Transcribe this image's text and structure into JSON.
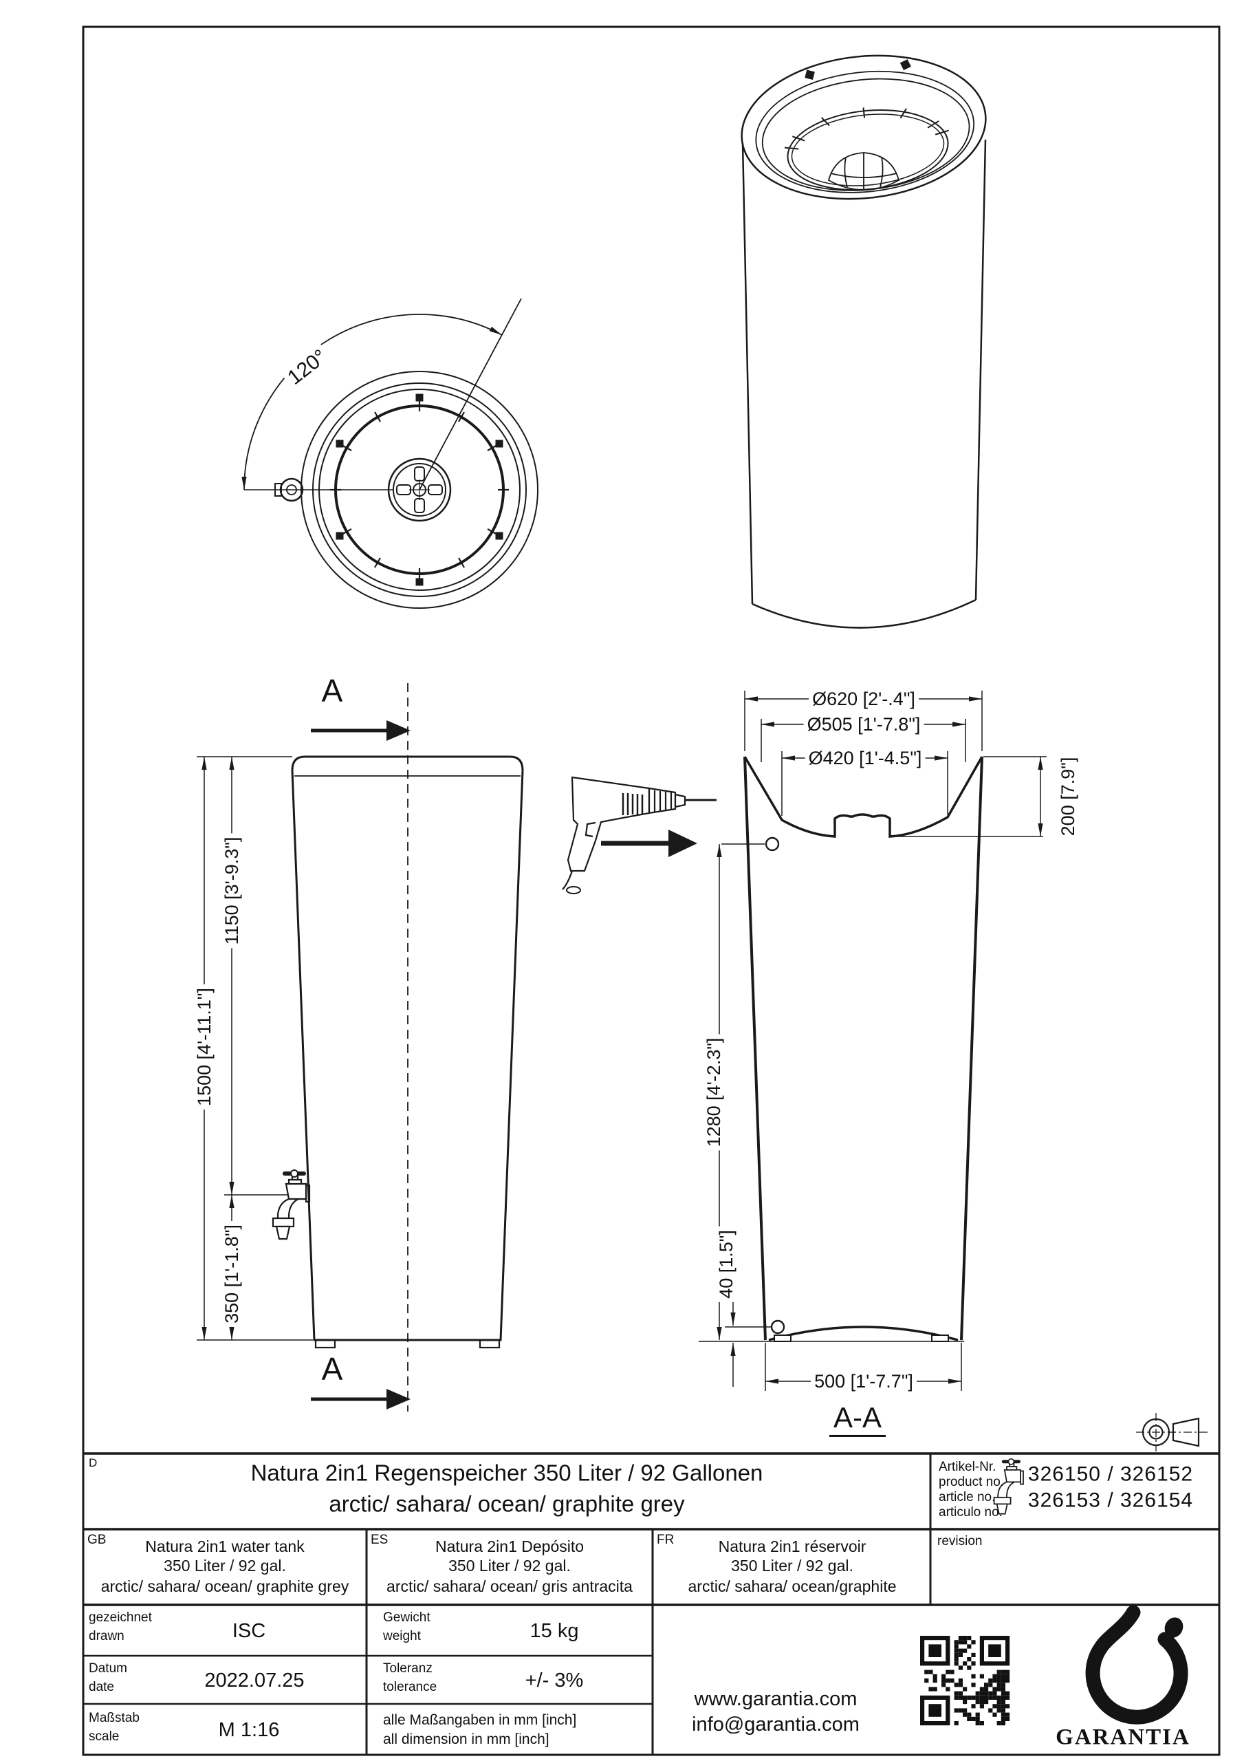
{
  "drawing": {
    "zone_letter": "D",
    "cut_letter": "A",
    "section_label": "A-A",
    "dims": {
      "dia620": "Ø620 [2'-.4\"]",
      "dia505": "Ø505 [1'-7.8\"]",
      "dia420": "Ø420 [1'-4.5\"]",
      "height200": "200 [7.9\"]",
      "height1280": "1280 [4'-2.3\"]",
      "height40": "40 [1.5\"]",
      "width500": "500 [1'-7.7\"]",
      "height1500": "1500 [4'-11.1\"]",
      "height1150": "1150 [3'-9.3\"]",
      "height350": "350 [1'-1.8\"]",
      "angle": "120°"
    }
  },
  "title_block": {
    "title_line1": "Natura 2in1 Regenspeicher 350 Liter / 92 Gallonen",
    "title_line2": "arctic/ sahara/ ocean/ graphite grey",
    "article": {
      "label_de": "Artikel-Nr.",
      "label_en": "product no.",
      "label_en2": "article no.",
      "label_es": "articulo no.",
      "numbers_line1": "326150 / 326152",
      "numbers_line2": "326153 / 326154"
    },
    "revision_label": "revision",
    "lang_gb": {
      "code": "GB",
      "line1": "Natura 2in1 water tank",
      "line2": "350 Liter / 92 gal.",
      "line3": "arctic/ sahara/ ocean/ graphite grey"
    },
    "lang_es": {
      "code": "ES",
      "line1": "Natura 2in1 Depósito",
      "line2": "350 Liter / 92 gal.",
      "line3": "arctic/ sahara/ ocean/ gris antracita"
    },
    "lang_fr": {
      "code": "FR",
      "line1": "Natura 2in1 réservoir",
      "line2": "350 Liter / 92 gal.",
      "line3": "arctic/ sahara/ ocean/graphite"
    },
    "drawn": {
      "label_de": "gezeichnet",
      "label_en": "drawn",
      "value": "ISC"
    },
    "date": {
      "label_de": "Datum",
      "label_en": "date",
      "value": "2022.07.25"
    },
    "scale": {
      "label_de": "Maßstab",
      "label_en": "scale",
      "value": "M 1:16"
    },
    "weight": {
      "label_de": "Gewicht",
      "label_en": "weight",
      "value": "15 kg"
    },
    "tolerance": {
      "label_de": "Toleranz",
      "label_en": "tolerance",
      "value": "+/- 3%"
    },
    "note_line1": "alle Maßangaben in mm [inch]",
    "note_line2": "all dimension in mm [inch]",
    "website": "www.garantia.com",
    "email": "info@garantia.com",
    "brand": "GARANTIA"
  },
  "colors": {
    "line": "#1a1a1a",
    "background": "#ffffff"
  }
}
